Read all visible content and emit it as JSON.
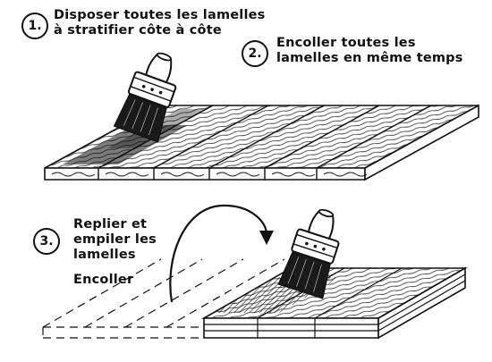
{
  "steps": [
    {
      "number": "1.",
      "text": "Disposer toutes les lamelles\nà stratifier côte à côte"
    },
    {
      "number": "2.",
      "text": "Encoller toutes les\nlamelles en même temps"
    },
    {
      "number": "3.",
      "text": "Replier et\nempiler les\nlamelles"
    }
  ],
  "label_glue": "Encoller",
  "icons": [
    "paint-brush-icon",
    "curved-arrow-icon"
  ],
  "colors": {
    "ink": "#111111",
    "background": "#ffffff"
  }
}
